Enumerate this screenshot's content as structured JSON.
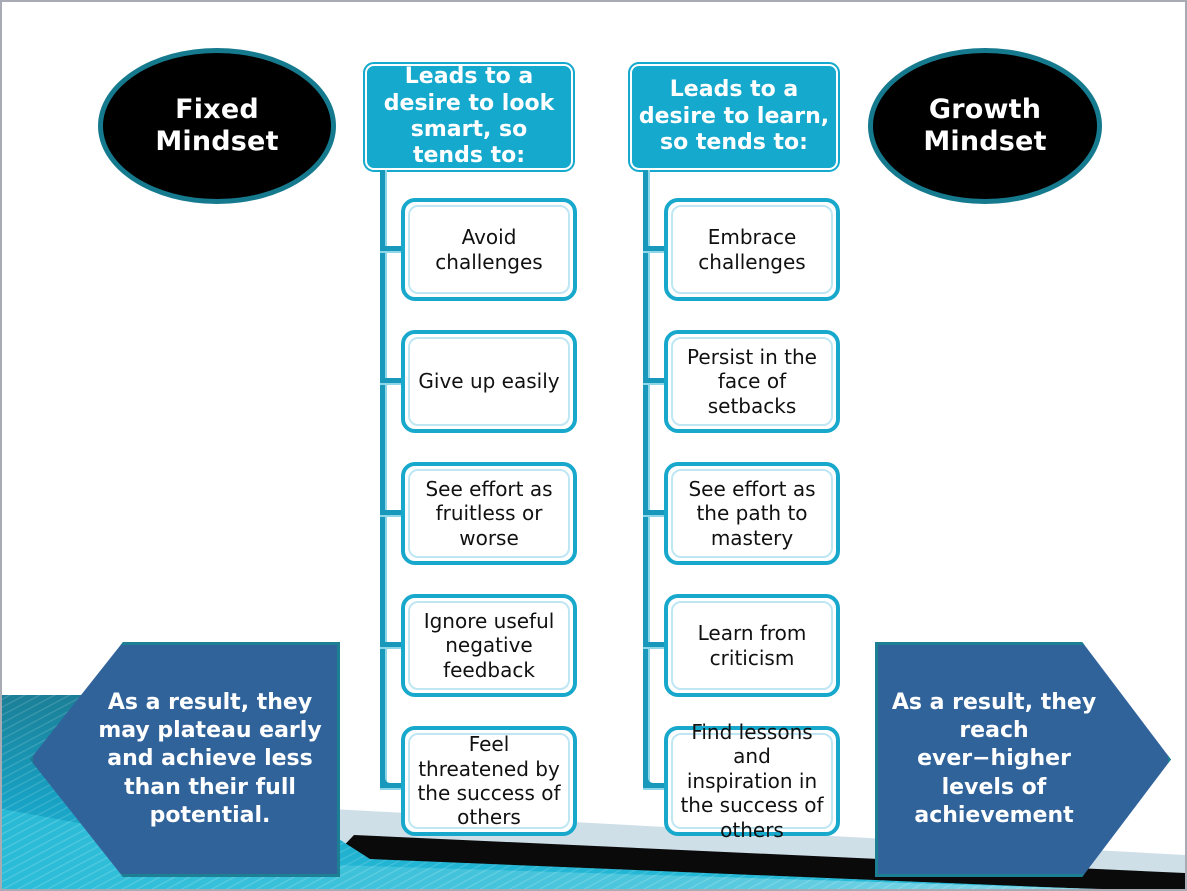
{
  "slide": {
    "background_color": "#ffffff",
    "border_color": "#a8aab4",
    "accent_cyan": "#15a9cd",
    "accent_teal": "#167a8e",
    "banner_blue": "#31639b"
  },
  "left": {
    "mindset_label": "Fixed\nMindset",
    "mindset_line1": "Fixed",
    "mindset_line2": "Mindset",
    "header": "Leads to a desire to look smart, so tends to:",
    "items": [
      "Avoid challenges",
      "Give up easily",
      "See effort as fruitless or worse",
      "Ignore useful negative feedback",
      "Feel threatened by the success of others"
    ],
    "result": "As a result, they may plateau early and achieve less than their full potential."
  },
  "right": {
    "mindset_line1": "Growth",
    "mindset_line2": "Mindset",
    "header": "Leads to a desire to learn, so tends to:",
    "items": [
      "Embrace challenges",
      "Persist in the face of setbacks",
      "See effort as the path to mastery",
      "Learn from criticism",
      "Find lessons and inspiration in the success of others"
    ],
    "result": "As a result, they reach ever−higher levels of achievement"
  }
}
